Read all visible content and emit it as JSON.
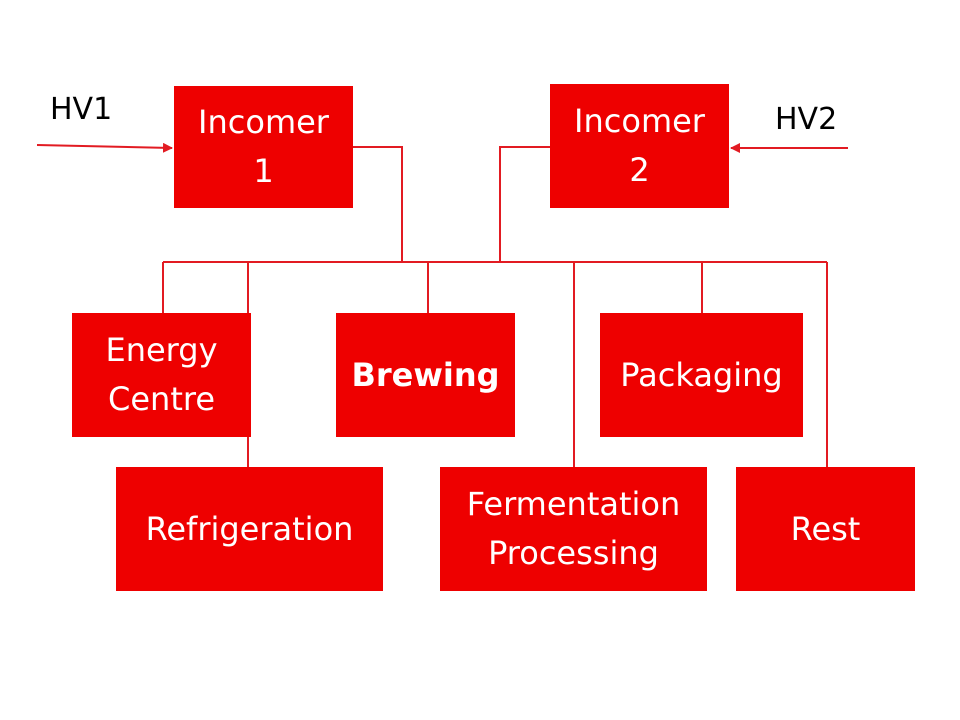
{
  "colors": {
    "box_fill": "#ee0000",
    "line": "#e21b22",
    "box_text": "#ffffff",
    "label_text": "#000000"
  },
  "sources": {
    "hv1": "HV1",
    "hv2": "HV2"
  },
  "incomers": {
    "incomer1": {
      "line1": "Incomer",
      "line2": "1"
    },
    "incomer2": {
      "line1": "Incomer",
      "line2": "2"
    }
  },
  "loads": {
    "energy_centre": {
      "line1": "Energy",
      "line2": "Centre"
    },
    "brewing": {
      "label": "Brewing"
    },
    "packaging": {
      "label": "Packaging"
    },
    "refrigeration": {
      "label": "Refrigeration"
    },
    "fermentation": {
      "line1": "Fermentation",
      "line2": "Processing"
    },
    "rest": {
      "label": "Rest"
    }
  }
}
